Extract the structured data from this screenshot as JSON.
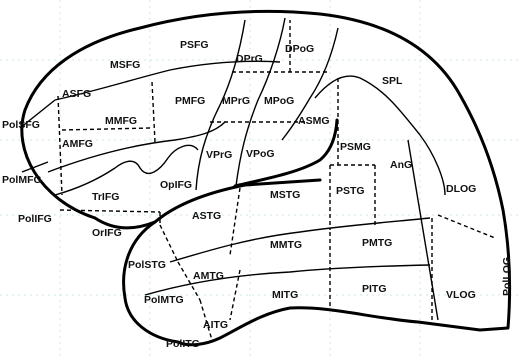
{
  "labels": {
    "psfg": "PSFG",
    "msfg": "MSFG",
    "dprg": "DPrG",
    "dpog": "DPoG",
    "spl": "SPL",
    "asfg": "ASFG",
    "polsfg": "PolSFG",
    "pmfg": "PMFG",
    "mprg": "MPrG",
    "mpog": "MPoG",
    "mmfg": "MMFG",
    "amfg": "AMFG",
    "asmg": "ASMG",
    "psmg": "PSMG",
    "polmfg": "PolMFG",
    "vprg": "VPrG",
    "vpog": "VPoG",
    "ang": "AnG",
    "oplfg": "OpIFG",
    "trifg": "TrIFG",
    "dlog": "DLOG",
    "mstg": "MSTG",
    "pstg": "PSTG",
    "polifg": "PolIFG",
    "orifg": "OrIFG",
    "astg": "ASTG",
    "mmtg": "MMTG",
    "pmtg": "PMTG",
    "polog": "PolLOG",
    "polstg": "PolSTG",
    "amtg": "AMTG",
    "mitg": "MITG",
    "pitg": "PITG",
    "vlog": "VLOG",
    "polmtg": "PolMTG",
    "aitg": "AITG",
    "politg": "PolITG"
  }
}
